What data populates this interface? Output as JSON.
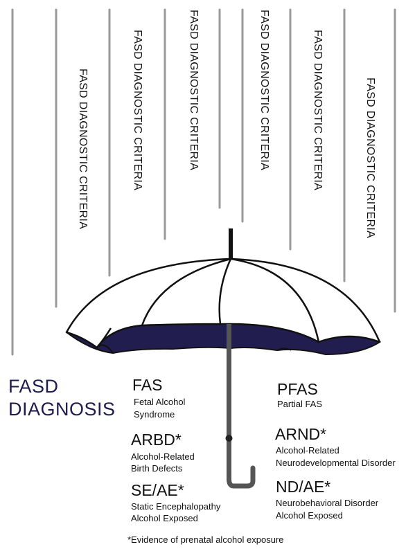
{
  "rain": {
    "label": "FASD DIAGNOSTIC CRITERIA"
  },
  "diagnosis": {
    "line1": "FASD",
    "line2": "DIAGNOSIS"
  },
  "items": [
    {
      "abbr": "FAS",
      "desc1": "Fetal Alcohol",
      "desc2": "Syndrome"
    },
    {
      "abbr": "PFAS",
      "desc1": "Partial FAS",
      "desc2": ""
    },
    {
      "abbr": "ARBD*",
      "desc1": "Alcohol-Related",
      "desc2": "Birth Defects"
    },
    {
      "abbr": "ARND*",
      "desc1": "Alcohol-Related",
      "desc2": "Neurodevelopmental Disorder"
    },
    {
      "abbr": "SE/AE*",
      "desc1": "Static Encephalopathy",
      "desc2": "Alcohol Exposed"
    },
    {
      "abbr": "ND/AE*",
      "desc1": "Neurobehavioral Disorder",
      "desc2": "Alcohol Exposed"
    }
  ],
  "footnote": "*Evidence of prenatal alcohol exposure",
  "colors": {
    "rain_line": "#9a9a9a",
    "umbrella_inner": "#221d4f",
    "umbrella_outline": "#111111",
    "shaft": "#555555",
    "diagnosis_text": "#1f1b4e"
  }
}
